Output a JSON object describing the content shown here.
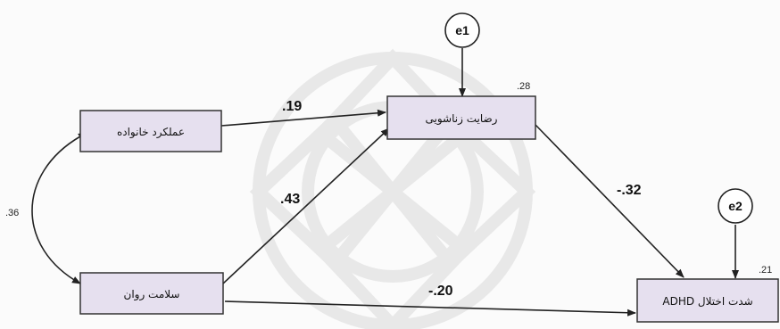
{
  "nodes": {
    "family": {
      "label": "عملکرد خانواده"
    },
    "mental": {
      "label": "سلامت روان"
    },
    "marital": {
      "label": "رضایت زناشویی",
      "r2": ".28"
    },
    "adhd": {
      "label": "شدت اختلال ADHD",
      "r2": ".21"
    }
  },
  "errors": {
    "e1": "e1",
    "e2": "e2"
  },
  "paths": {
    "family_marital": ".19",
    "mental_marital": ".43",
    "marital_adhd": "-.32",
    "mental_adhd": "-.20",
    "family_mental_cov": ".36"
  },
  "colors": {
    "box_fill": "#e6e0ef",
    "box_stroke": "#333333",
    "arrow": "#222222",
    "watermark": "#ebebeb"
  }
}
